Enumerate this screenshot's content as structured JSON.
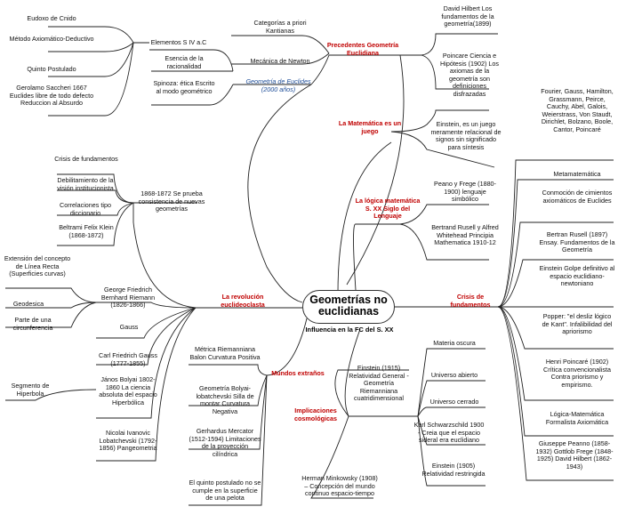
{
  "central": {
    "title": "Geometrías no euclidianas",
    "subtitle": "Influencia en la FC del S. XX"
  },
  "branches": {
    "precedentes": "Precedentes Geometría Euclidiana",
    "matematica_juego": "La Matemática es un juego",
    "logica": "La lógica matemática S. XX Siglo del Lenguaje",
    "crisis": "Crisis de fundamentos",
    "revolucion": "La revolución euclideoclasta",
    "mundos": "Mundos extraños",
    "implicaciones": "Implicaciones cosmológicas",
    "geometria_euclides": "Geometría de Euclides (2000 años)"
  },
  "nodes": {
    "categorias": "Categorías a priori Kantianas",
    "mecanica": "Mecánica de Newton",
    "esencia": "Esencia de la racionalidad",
    "spinoza": "Spinoza: ética Escrito al modo geométrico",
    "elementos": "Elementos S IV a.C",
    "eudoxo": "Eudoxo de Cnido",
    "metodo": "Método Axiomático-Deductivo",
    "quinto": "Quinto Postulado",
    "saccheri": "Gerolamo Saccheri 1667 Euclides libre de todo defecto Reduccion al Absurdo",
    "hilbert": "David Hilbert Los fundamentos de la geometría(1899)",
    "poincare": "Poincare Ciencia e Hipótesis (1902) Los axiomas de la geometría son definiciones disfrazadas",
    "einstein_juego": "Einstein, es un juego meramente relacional de signos sin significado para síntesis",
    "peano_frege": "Peano y Frege (1880-1900) lenguaje simbólico",
    "russell_whitehead": "Bertrand Rusell y Alfred Whitehead Principia Mathematica 1910-12",
    "fourier": "Fourier, Gauss, Hamilton, Grassmann, Peirce, Cauchy, Abel, Galois, Weierstrass, Von Staudt, Dirichlet, Bolzano, Boole, Cantor, Poincaré",
    "metamatematica": "Metamatemática",
    "conmocion": "Conmoción de cimientos axiomáticos de Euclides",
    "russell_1897": "Bertran Rusell (1897) Ensay. Fundamentos de la Geometría",
    "einstein_golpe": "Einstein Golpe definitivo al espacio euclidiano-newtoniano",
    "popper": "Popper: \"el desliz lógico de Kant\". Infalibilidad del apriorismo",
    "poincare_1902": "Henri Poincaré (1902) Crítica convencionalista Contra priorismo y empirismo.",
    "logica_matematica": "Lógica-Matemática Formalista Axiomática",
    "peano_frege_hilbert": "Giuseppe Peanno (1858-1932) Gottlob Frege (1848-1925) David Hilbert (1862-1943)",
    "materia_oscura": "Materia oscura",
    "universo_abierto": "Universo abierto",
    "universo_cerrado": "Universo cerrado",
    "einstein_1915": "Einstein (1915) Relatividad General -Geometría Riemanniana cuatridimensional",
    "schwarzschild": "Karl Schwarzschild 1900 - Creia que el espacio sideral era euclidiano",
    "einstein_1905": "Einstein (1905) Relatividad restringida",
    "minkowski": "Herman Minkowsky (1908) – Concepción del mundo continuo espacio-tiempo",
    "metrica_riemann": "Métrica Riemanniana Balon Curvatura Positiva",
    "bolyai_lobatchevski": "Geometría Bolyai-lobatchevski Silla de montar Curvatura Negativa",
    "mercator": "Gerhardus Mercator (1512-1594) Limitaciones de la proyección cilíndrica",
    "quinto_no": "El quinto postulado no se cumple en la superficie de una pelota",
    "prueba": "1868-1872 Se prueba consistencia de nuevas geometrías",
    "crisis_fund": "Crisis de fundamentos",
    "debilitamiento": "Debilitamiento de la visión institucionista",
    "correlaciones": "Correlaciones tipo diccionario",
    "beltrami": "Beltrami Felix Klein (1868-1872)",
    "riemann": "George Friedrich Bernhard Riemann (1826-1866)",
    "extension": "Extensión del concepto de Línea Recta (Superficies curvas)",
    "geodesica": "Geodesica",
    "parte": "Parte de una circunferencia",
    "gauss": "Gauss",
    "carl_gauss": "Carl Friedrich Gauss (1777-1855)",
    "janos": "János Bolyai 1802-1860 La ciencia absoluta del espacio Hiperbólica",
    "segmento": "Segmento de Hiperbola",
    "nicolai": "Nicolai Ivanovic Lobatchevski (1792-1856) Pangeometria"
  },
  "colors": {
    "branch": "#c00000",
    "italic_branch": "#1f4e99",
    "line": "#222222"
  }
}
